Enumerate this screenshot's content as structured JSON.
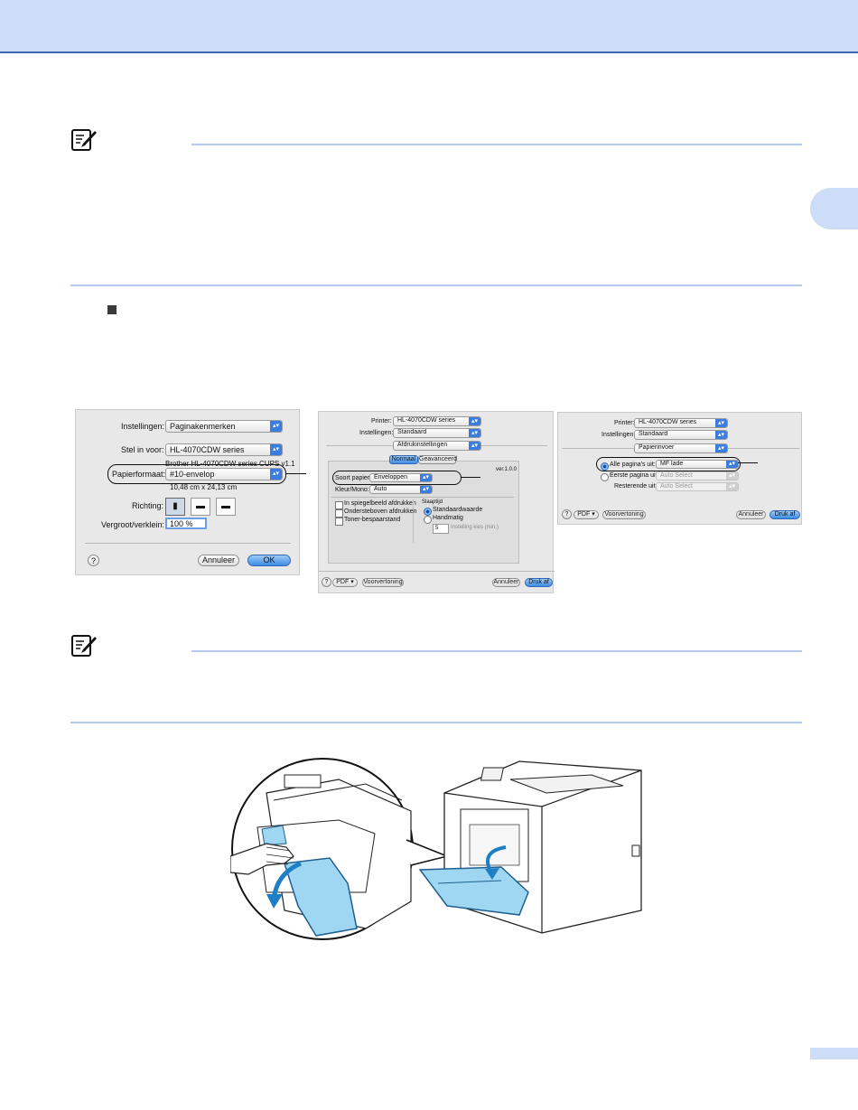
{
  "page": {
    "colors": {
      "header_band": "#cddcf7",
      "rule": "#b7c9ee",
      "accent": "#3f68b6"
    }
  },
  "icons": {
    "note": "note-pencil-icon",
    "bullet": "square-bullet-icon"
  },
  "dialog1": {
    "instellingen_label": "Instellingen:",
    "instellingen_value": "Paginakenmerken",
    "stel_in_voor_label": "Stel in voor:",
    "stel_in_voor_value": "HL-4070CDW series",
    "driver_info": "Brother HL-4070CDW series CUPS v1.1",
    "papierformaat_label": "Papierformaat:",
    "papierformaat_value": "#10-envelop",
    "paper_size_text": "10,48 cm x 24,13 cm",
    "richting_label": "Richting:",
    "vergroot_label": "Vergroot/verklein:",
    "vergroot_value": "100 %",
    "help_label": "?",
    "annuleer": "Annuleer",
    "ok": "OK"
  },
  "dialog2": {
    "printer_label": "Printer:",
    "printer_value": "HL-4070CDW series",
    "instellingen_label": "Instellingen:",
    "instellingen_value": "Standaard",
    "section_value": "Afdrukinstellingen",
    "tab_normaal": "Normaal",
    "tab_geavanceerd": "Geavanceerd",
    "version": "ver.1.0.0",
    "soort_papier_label": "Soort papier:",
    "soort_papier_value": "Enveloppen",
    "kleur_mono_label": "Kleur/Mono:",
    "kleur_mono_value": "Auto",
    "check_spiegel": "In spiegelbeeld afdrukken",
    "check_onderste": "Ondersteboven afdrukken",
    "check_toner": "Toner-bespaarstand",
    "slaaptijd_label": "Slaaptijd",
    "radio_standaard": "Standaardwaarde",
    "radio_handmatig": "Handmatig",
    "minuten_value": "5",
    "instelling_label": "Instelling kies (min.)",
    "help_label": "?",
    "pdf": "PDF ▾",
    "voorvertoning": "Voorvertoning",
    "annuleer": "Annuleer",
    "druk_af": "Druk af"
  },
  "dialog3": {
    "printer_label": "Printer:",
    "printer_value": "HL-4070CDW series",
    "instellingen_label": "Instellingen:",
    "instellingen_value": "Standaard",
    "section_value": "Papierinvoer",
    "alle_label": "Alle pagina's uit:",
    "alle_value": "MF lade",
    "eerste_label": "Eerste pagina uit:",
    "eerste_value": "Auto Select",
    "resterende_label": "Resterende uit:",
    "resterende_value": "Auto Select",
    "help_label": "?",
    "pdf": "PDF ▾",
    "voorvertoning": "Voorvertoning",
    "annuleer": "Annuleer",
    "druk_af": "Druk af"
  }
}
